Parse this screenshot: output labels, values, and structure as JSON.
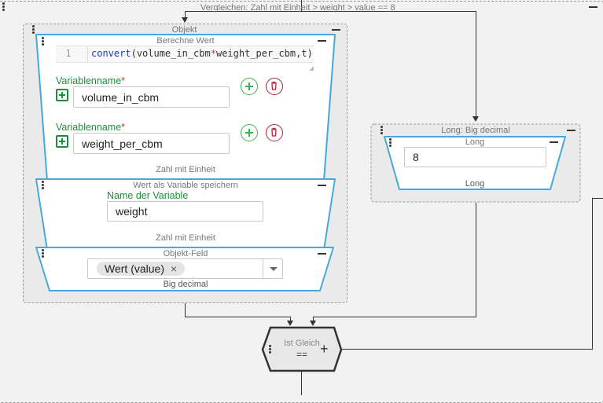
{
  "outer": {
    "title": "Vergleichen: Zahl mit Einheit > weight > value == 8"
  },
  "objekt": {
    "title": "Objekt",
    "berechne": {
      "title": "Berechne Wert",
      "line_number": "1",
      "code_fn": "convert",
      "code_open": "(",
      "code_a": "volume_in_cbm",
      "code_op": "*",
      "code_b": "weight_per_cbm",
      "code_rest": ",t)",
      "var1_label": "Variablenname",
      "var1_value": "volume_in_cbm",
      "var2_label": "Variablenname",
      "var2_value": "weight_per_cbm",
      "required_mark": "*",
      "type_label": "Zahl mit Einheit"
    },
    "speichern": {
      "title": "Wert als Variable speichern",
      "name_label": "Name der Variable",
      "name_value": "weight",
      "type_label": "Zahl mit Einheit"
    },
    "feld": {
      "title": "Objekt-Feld",
      "selected_value": "Wert (value)",
      "remove_glyph": "×",
      "type_label": "Big decimal"
    }
  },
  "long_block": {
    "title": "Long: Big decimal",
    "inner_title": "Long",
    "value": "8",
    "type_label": "Long"
  },
  "compare": {
    "title": "Ist Gleich",
    "operator": "==",
    "plus_glyph": "+"
  },
  "colors": {
    "accent_blue": "#4aa8d8",
    "green": "#1b8f3a",
    "red": "#b5223a"
  }
}
